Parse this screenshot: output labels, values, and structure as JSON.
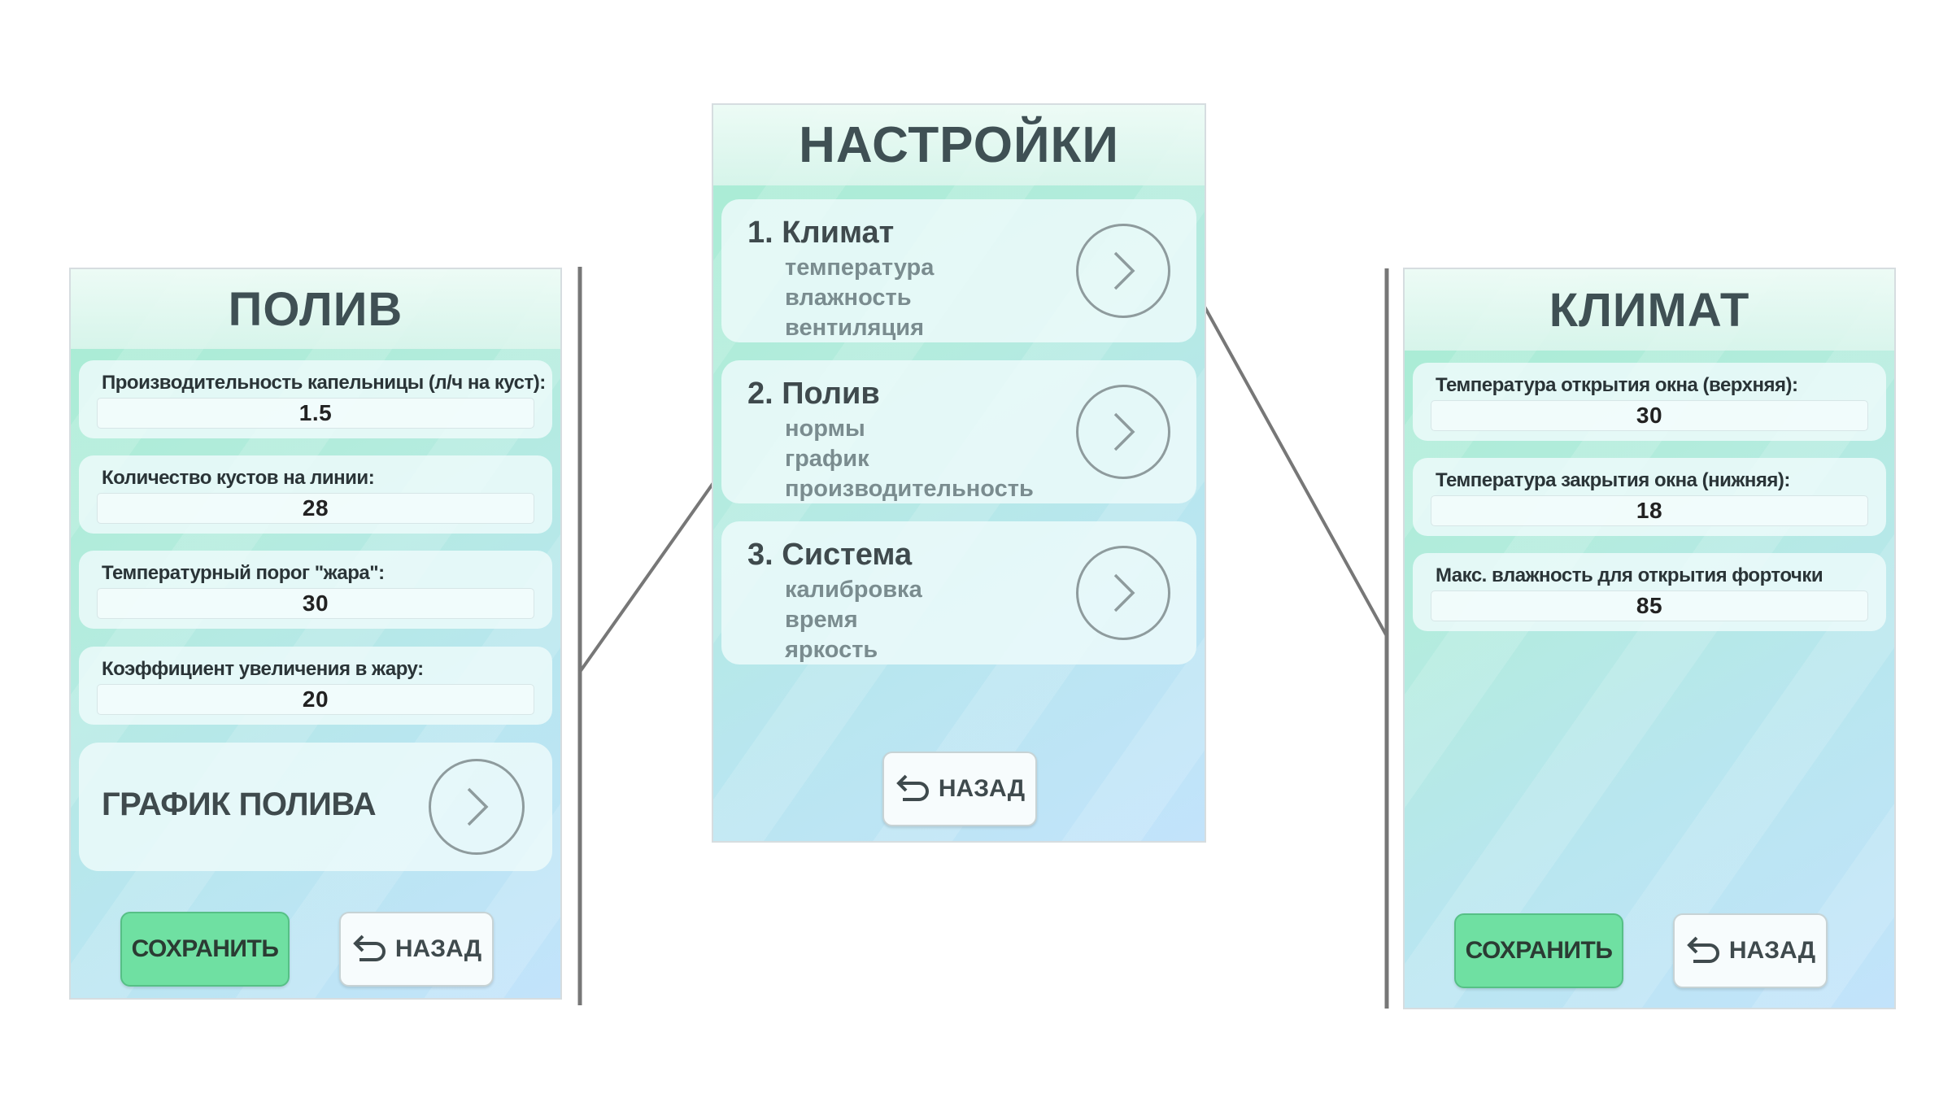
{
  "settings": {
    "title": "НАСТРОЙКИ",
    "items": [
      {
        "title": "1. Климат",
        "sub": [
          "температура",
          "влажность",
          "вентиляция"
        ],
        "icon": "chevron-right-icon"
      },
      {
        "title": "2. Полив",
        "sub": [
          "нормы",
          "график",
          "производительность"
        ],
        "icon": "chevron-right-icon"
      },
      {
        "title": "3. Система",
        "sub": [
          "калибровка",
          "время",
          "яркость"
        ],
        "icon": "chevron-right-icon"
      }
    ],
    "back_label": "НАЗАД"
  },
  "watering": {
    "title": "ПОЛИВ",
    "fields": [
      {
        "label": "Производительность капельницы (л/ч на куст):",
        "value": "1.5"
      },
      {
        "label": "Количество кустов на линии:",
        "value": "28"
      },
      {
        "label": "Температурный порог \"жара\":",
        "value": "30"
      },
      {
        "label": "Коэффициент увеличения в жару:",
        "value": "20"
      }
    ],
    "schedule_label": "ГРАФИК ПОЛИВА",
    "save_label": "СОХРАНИТЬ",
    "back_label": "НАЗАД"
  },
  "climate": {
    "title": "КЛИМАТ",
    "fields": [
      {
        "label": "Температура открытия окна (верхняя):",
        "value": "30"
      },
      {
        "label": "Температура закрытия окна (нижняя):",
        "value": "18"
      },
      {
        "label": "Макс. влажность для открытия форточки",
        "value": "85"
      }
    ],
    "save_label": "СОХРАНИТЬ",
    "back_label": "НАЗАД"
  },
  "colors": {
    "save_button": "#6fe0a2",
    "connector": "#777777",
    "title_text": "#3f5054"
  }
}
